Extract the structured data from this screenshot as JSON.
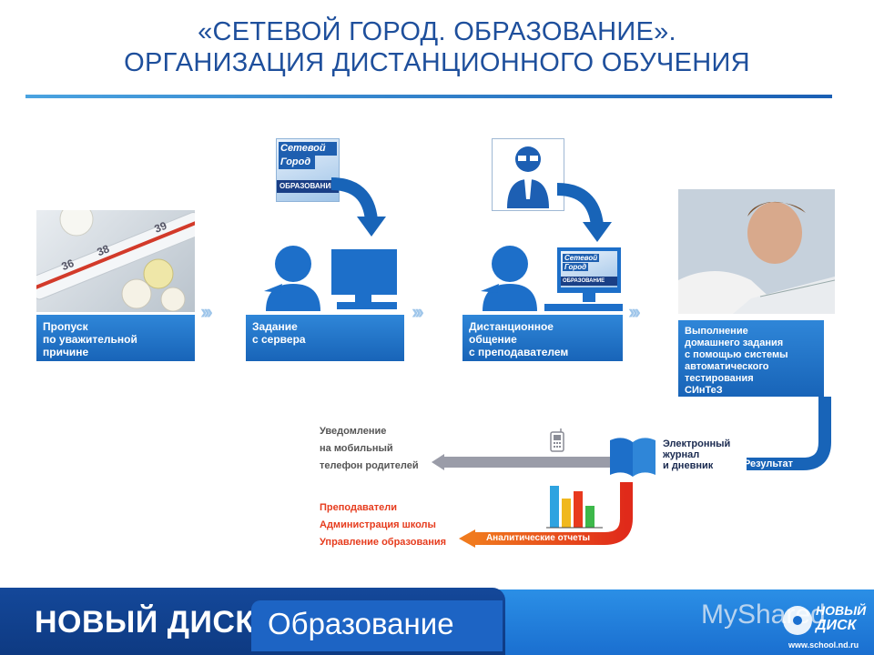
{
  "header": {
    "title_line1": "«СЕТЕВОЙ  ГОРОД. ОБРАЗОВАНИЕ».",
    "title_line2": "ОРГАНИЗАЦИЯ ДИСТАНЦИОННОГО ОБУЧЕНИЯ"
  },
  "steps": [
    {
      "label": "Пропуск\nпо уважительной\nпричине"
    },
    {
      "label": "Задание\nс сервера"
    },
    {
      "label": "Дистанционное\nобщение\nс преподавателем"
    },
    {
      "label": "Выполнение\nдомашнего задания\nс помощью системы\nавтоматического\nтестирования\nСИнТеЗ"
    }
  ],
  "logo_small": {
    "line1": "Сетевой",
    "line2": "Город",
    "line3": "ОБРАЗОВАНИЕ"
  },
  "result": {
    "label": "Результат",
    "journal": "Электронный\nжурнал\nи дневник",
    "notification": "Уведомление\nна мобильный\nтелефон родителей",
    "analytics": "Аналитические отчеты",
    "recipients": "Преподаватели\nАдминистрация школы\nУправление образования"
  },
  "footer": {
    "brand": "НОВЫЙ ДИСК",
    "section": "Образование",
    "watermark": "MyShared",
    "logo_line1": "НОВЫЙ",
    "logo_line2": "ДИСК",
    "url": "www.school.nd.ru"
  },
  "colors": {
    "primary": "#1864b8",
    "accent_red": "#e63c1e",
    "gray": "#9a9ca8",
    "footer_light": "#2a8be0"
  }
}
